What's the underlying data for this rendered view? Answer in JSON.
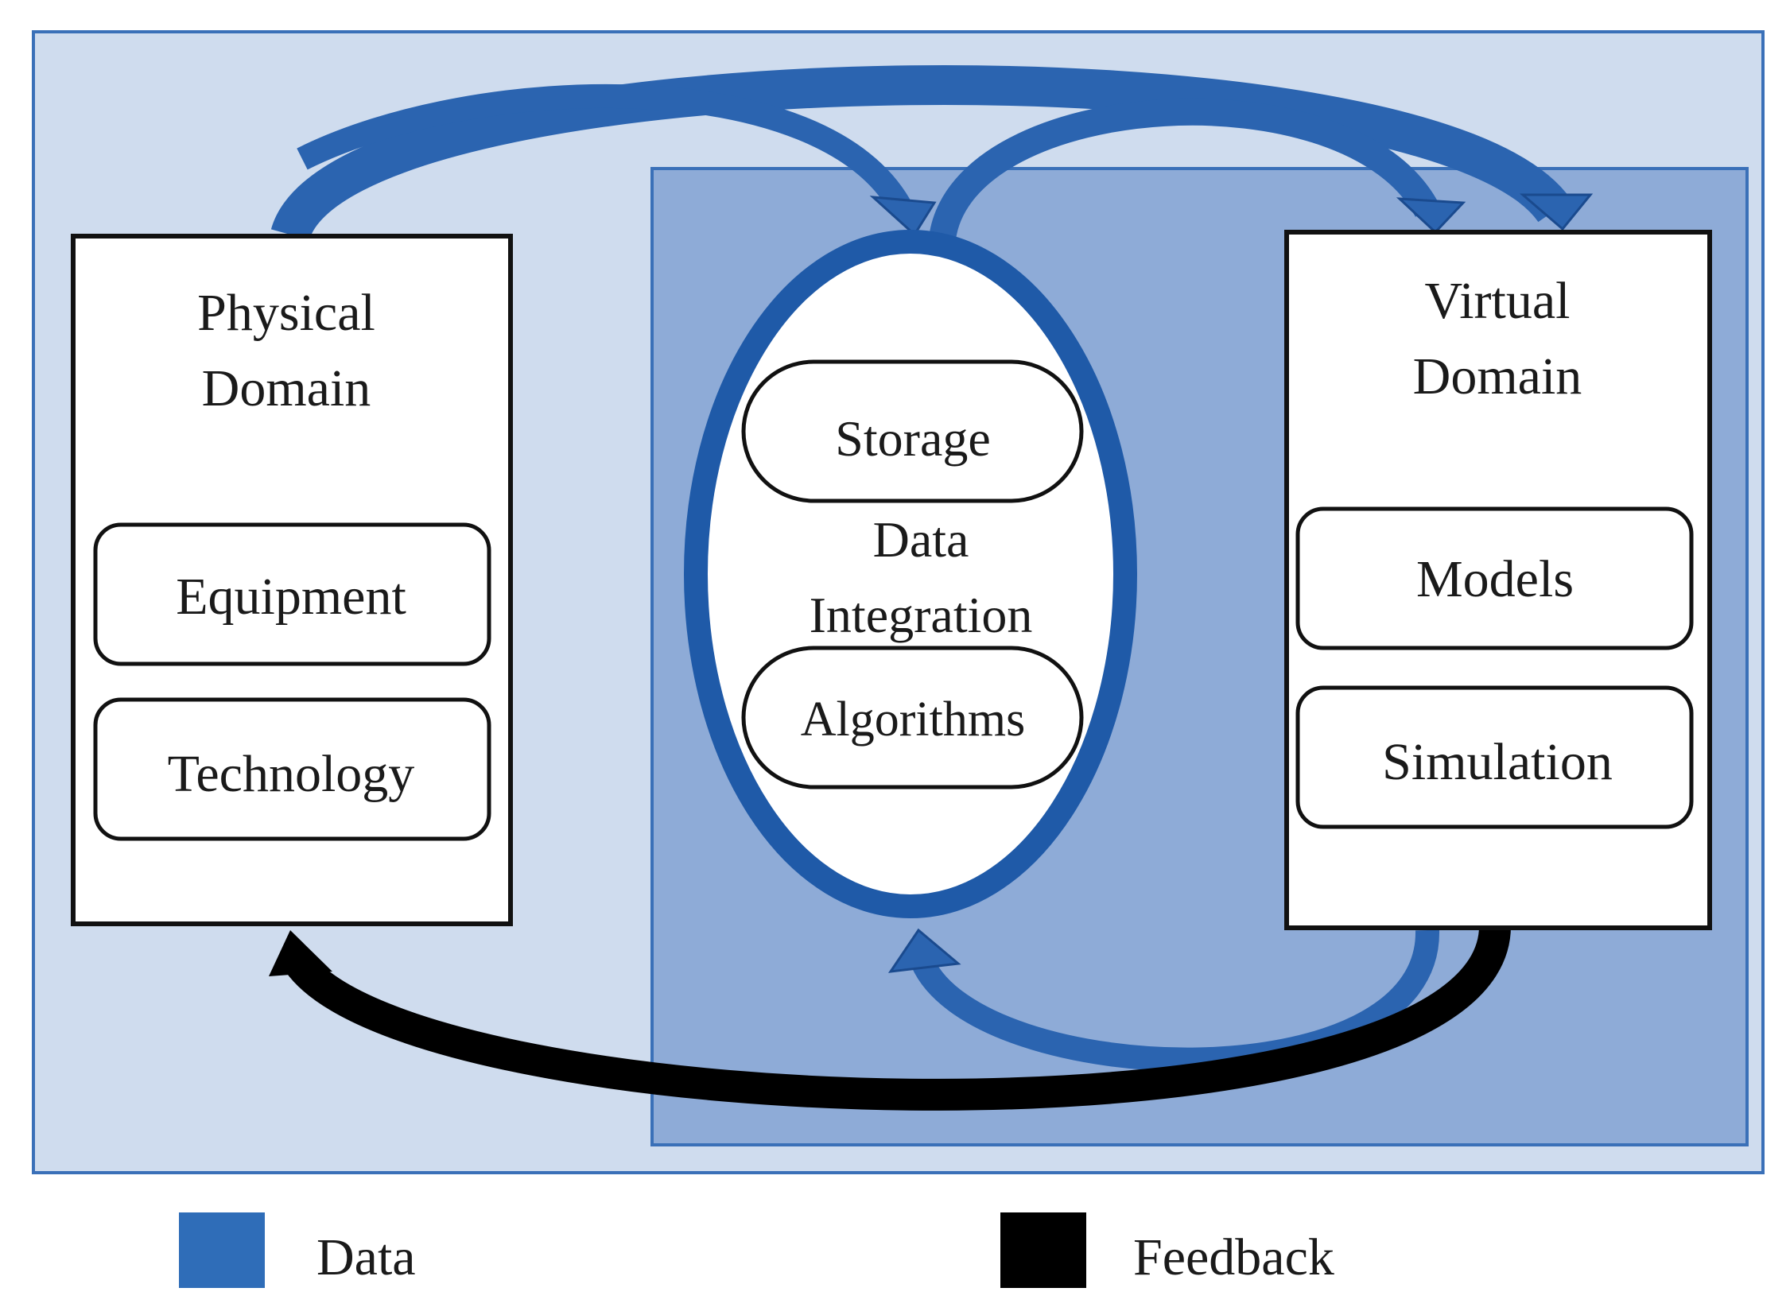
{
  "physical_domain": {
    "title_line1": "Physical",
    "title_line2": "Domain",
    "items": [
      "Equipment",
      "Technology"
    ]
  },
  "data_integration": {
    "title_line1": "Data",
    "title_line2": "Integration",
    "items": [
      "Storage",
      "Algorithms"
    ]
  },
  "virtual_domain": {
    "title_line1": "Virtual",
    "title_line2": "Domain",
    "items": [
      "Models",
      "Simulation"
    ]
  },
  "legend": {
    "data_label": "Data",
    "feedback_label": "Feedback"
  },
  "colors": {
    "outer_bg": "#cfdcee",
    "inner_bg": "#8eabd7",
    "data_arrow": "#2b64b0",
    "ellipse_ring": "#1f5aa8",
    "feedback_arrow": "#000000",
    "legend_data": "#2f6db8",
    "legend_feedback": "#000000"
  }
}
